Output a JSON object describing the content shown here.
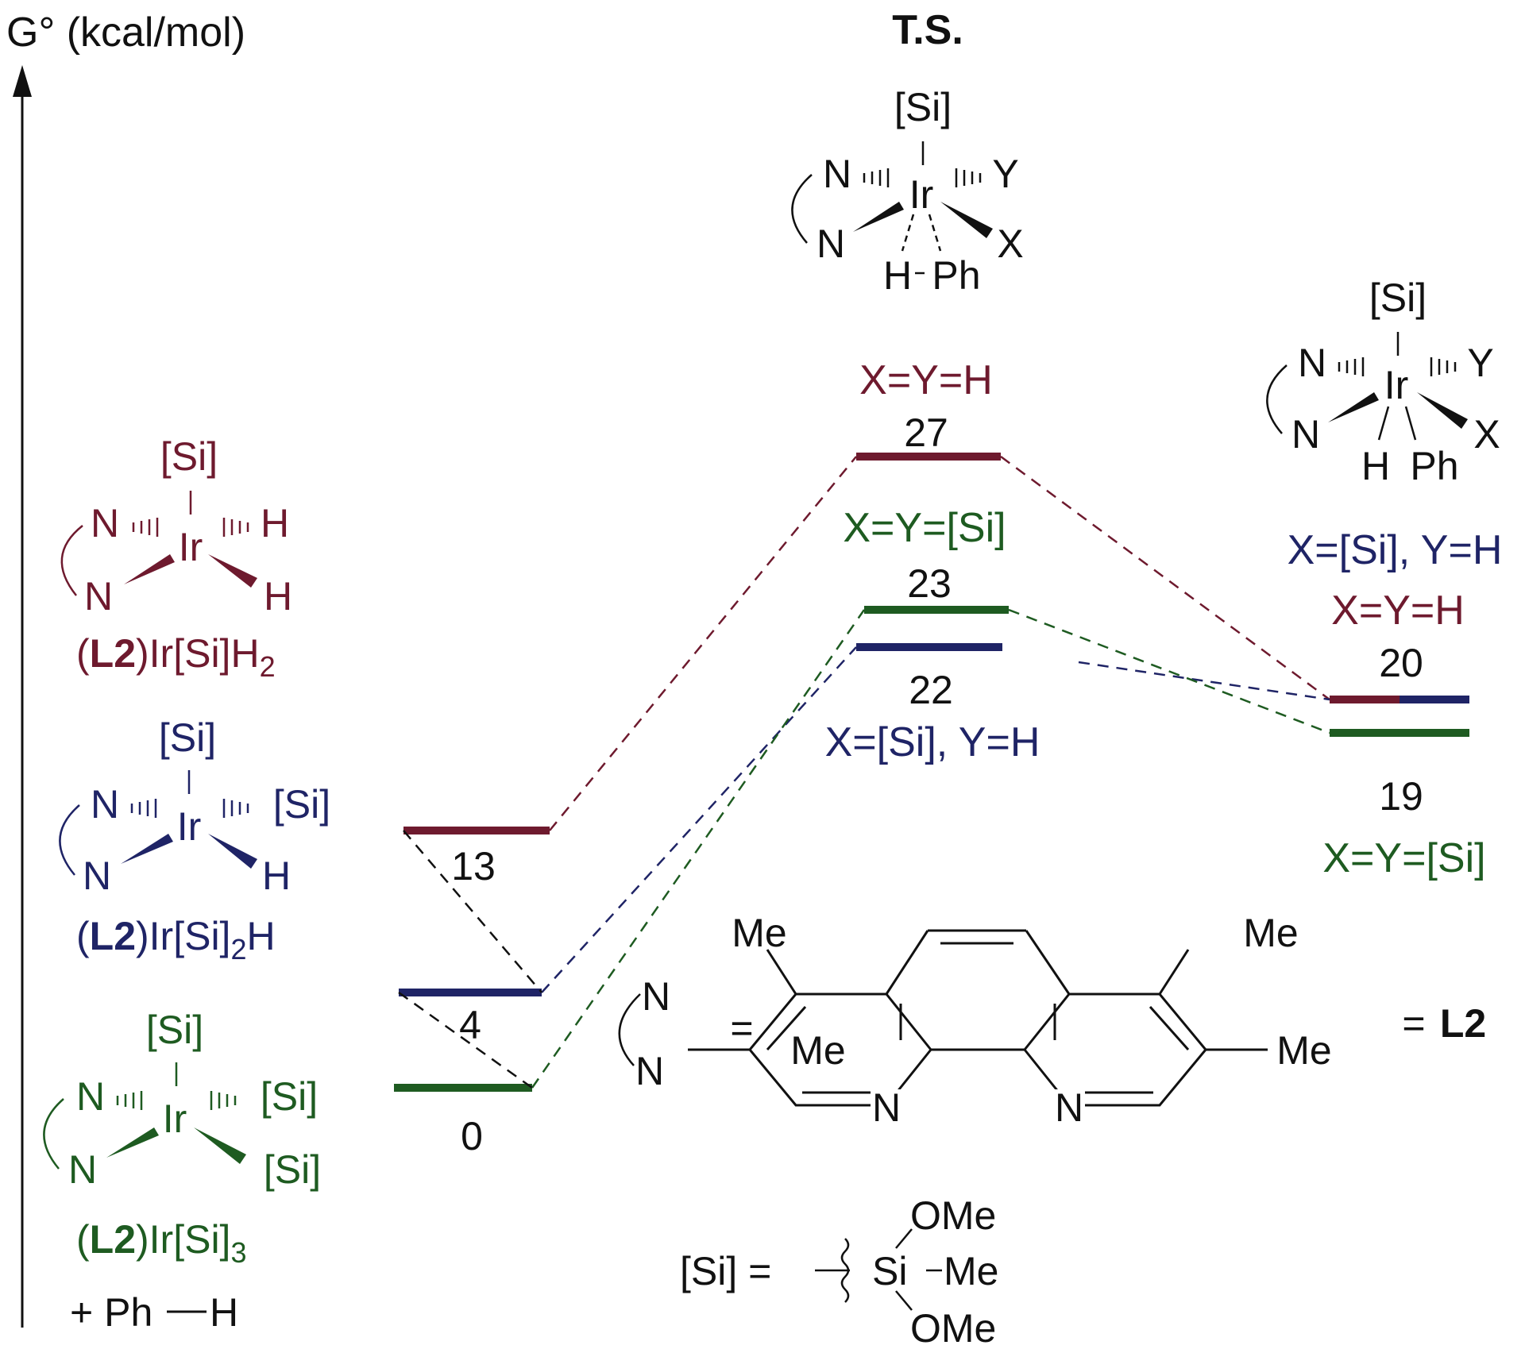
{
  "colors": {
    "red": "#6e1a2e",
    "blue": "#1f2466",
    "green": "#1e5b21",
    "black": "#111111"
  },
  "axis": {
    "label": "G° (kcal/mol)"
  },
  "ts_header": "T.S.",
  "reactants": {
    "red": {
      "title_pre": "(",
      "title_bold": "L2",
      "title_post": ")Ir[Si]H",
      "title_sub": "2",
      "top": "[Si]",
      "n1": "N",
      "n2": "N",
      "metal": "Ir",
      "x": "H",
      "y": "H"
    },
    "blue": {
      "title_pre": "(",
      "title_bold": "L2",
      "title_post": ")Ir[Si]",
      "title_sub": "2",
      "title_post2": "H",
      "top": "[Si]",
      "n1": "N",
      "n2": "N",
      "metal": "Ir",
      "x": "H",
      "y": "[Si]"
    },
    "green": {
      "title_pre": "(",
      "title_bold": "L2",
      "title_post": ")Ir[Si]",
      "title_sub": "3",
      "top": "[Si]",
      "n1": "N",
      "n2": "N",
      "metal": "Ir",
      "x": "[Si]",
      "y": "[Si]"
    },
    "plus_ph": "+ Ph",
    "plus_h": "H"
  },
  "levels": {
    "start_red": "13",
    "start_blue": "4",
    "start_green": "0",
    "ts_red": "27",
    "ts_green": "23",
    "ts_blue": "22",
    "prod_top": "20",
    "prod_bottom": "19"
  },
  "labels": {
    "ts_red": "X=Y=H",
    "ts_green": "X=Y=[Si]",
    "ts_blue": "X=[Si], Y=H",
    "prod_blue": "X=[Si], Y=H",
    "prod_red": "X=Y=H",
    "prod_green": "X=Y=[Si]"
  },
  "ts_structure": {
    "top": "[Si]",
    "n1": "N",
    "n2": "N",
    "metal": "Ir",
    "y": "Y",
    "x": "X",
    "h": "H",
    "ph": "Ph"
  },
  "prod_structure": {
    "top": "[Si]",
    "n1": "N",
    "n2": "N",
    "metal": "Ir",
    "y": "Y",
    "x": "X",
    "h": "H",
    "ph": "Ph"
  },
  "ligand": {
    "n_top": "N",
    "n_bottom": "N",
    "eq1": "=",
    "eq2": "=",
    "name": "L2",
    "me_tl": "Me",
    "me_tr": "Me",
    "me_l": "Me",
    "me_r": "Me",
    "n_l": "N",
    "n_r": "N"
  },
  "si_def": {
    "lhs": "[Si] =",
    "si": "Si",
    "me": "Me",
    "ome_top": "OMe",
    "ome_bottom": "OMe"
  }
}
